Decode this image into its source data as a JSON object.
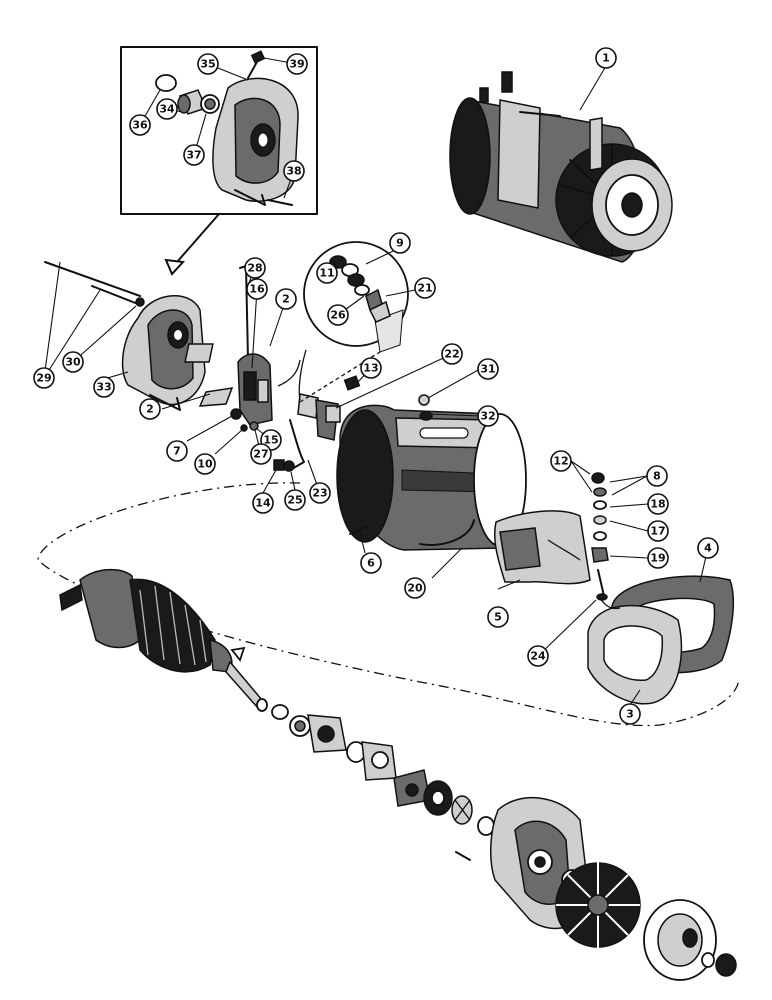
{
  "callouts": {
    "c1": "1",
    "c2a": "2",
    "c2b": "2",
    "c3": "3",
    "c4": "4",
    "c5": "5",
    "c6": "6",
    "c7": "7",
    "c8": "8",
    "c9": "9",
    "c10": "10",
    "c11": "11",
    "c12": "12",
    "c13": "13",
    "c14": "14",
    "c15": "15",
    "c16": "16",
    "c17": "17",
    "c18": "18",
    "c19": "19",
    "c20": "20",
    "c21": "21",
    "c22": "22",
    "c23": "23",
    "c24": "24",
    "c25": "25",
    "c26": "26",
    "c27": "27",
    "c28": "28",
    "c29": "29",
    "c30": "30",
    "c31": "31",
    "c32": "32",
    "c33": "33",
    "c34": "34",
    "c35": "35",
    "c36": "36",
    "c37": "37",
    "c38": "38",
    "c39": "39"
  }
}
